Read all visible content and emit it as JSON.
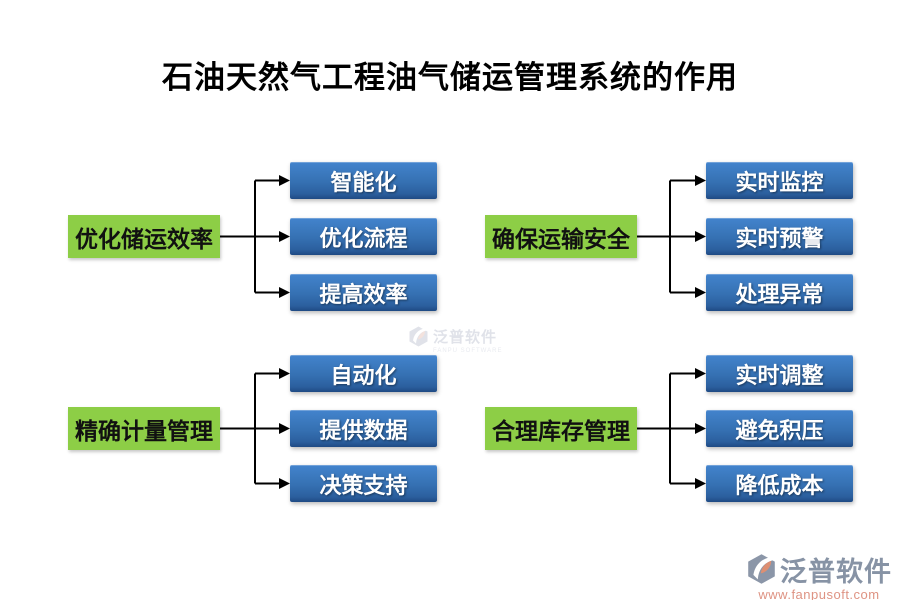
{
  "title": "石油天然气工程油气储运管理系统的作用",
  "groups": [
    {
      "label": "优化储运效率",
      "items": [
        "智能化",
        "优化流程",
        "提高效率"
      ]
    },
    {
      "label": "确保运输安全",
      "items": [
        "实时监控",
        "实时预警",
        "处理异常"
      ]
    },
    {
      "label": "精确计量管理",
      "items": [
        "自动化",
        "提供数据",
        "决策支持"
      ]
    },
    {
      "label": "合理库存管理",
      "items": [
        "实时调整",
        "避免积压",
        "降低成本"
      ]
    }
  ],
  "watermark": {
    "brand": "泛普软件",
    "sub": "FANPU SOFTWARE"
  },
  "footer": {
    "brand": "泛普软件",
    "url": "www.fanpusoft.com"
  },
  "colors": {
    "category_green": "#8DCE46",
    "item_blue_top": "#4384CD",
    "item_blue_bottom": "#1F4A84",
    "title_text": "#000000",
    "item_text": "#FFFFFF",
    "connector": "#000000",
    "footer_brand_gray": "#8793A5",
    "footer_url_salmon": "#DE9383",
    "logo_orange": "#DE8F72"
  }
}
